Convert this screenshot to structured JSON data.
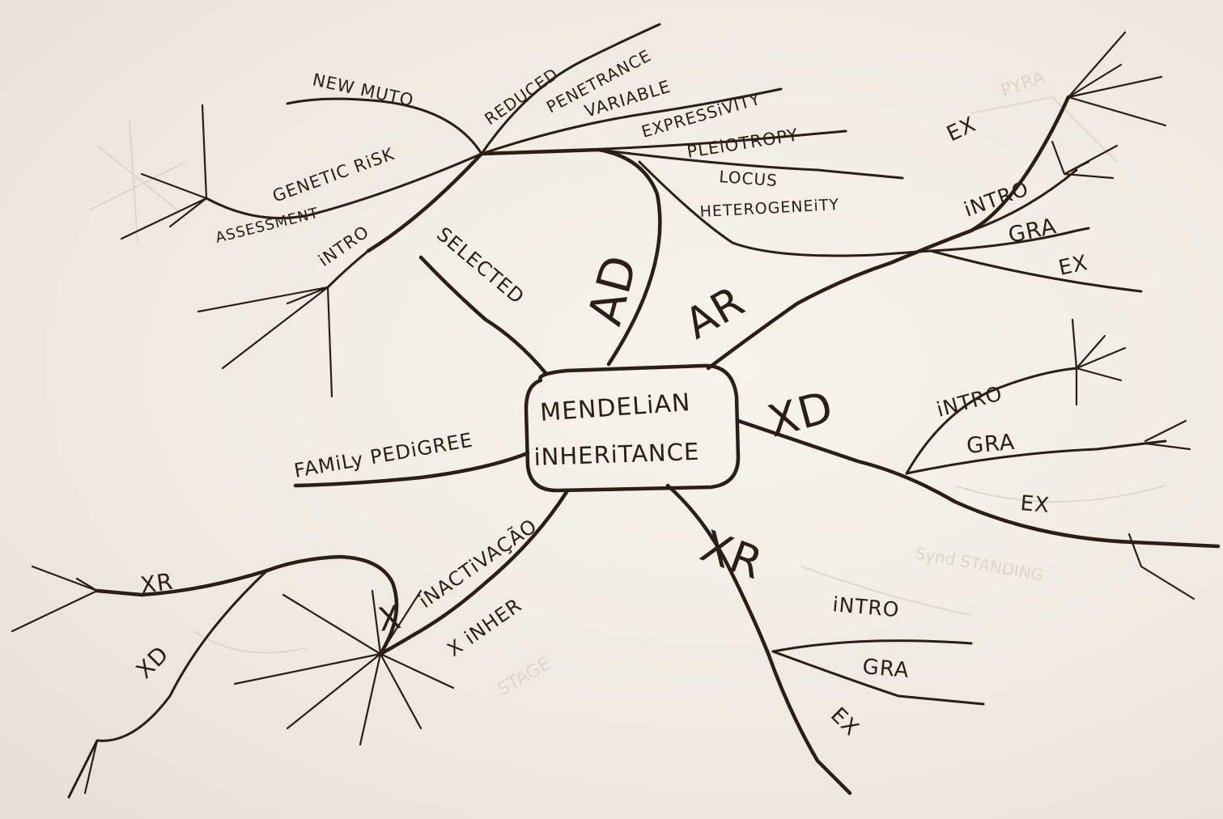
{
  "center": {
    "line1": "MENDELiAN",
    "line2": "iNHERiTANCE"
  },
  "branches": {
    "ad": {
      "label": "AD",
      "sublabels": {
        "reduced": "REDUCED",
        "penetrance": "PENETRANCE",
        "variable": "VARIABLE",
        "expressivity": "EXPRESSiVITY",
        "pleiotropy": "PLEiOTROPY",
        "locus": "LOCUS",
        "heterogeneity": "HETEROGENEiTY",
        "new_muto": "NEW MUTO",
        "genetic_risk": "GENETIC RiSK",
        "assessment": "ASSESSMENT",
        "intro": "iNTRO"
      }
    },
    "ar": {
      "label": "AR",
      "sublabels": {
        "ex_top": "EX",
        "intro": "iNTRO",
        "gra": "GRA",
        "ex": "EX"
      }
    },
    "xd": {
      "label": "XD",
      "sublabels": {
        "intro": "iNTRO",
        "gra": "GRA",
        "ex": "EX"
      }
    },
    "xr": {
      "label": "XR",
      "sublabels": {
        "intro": "iNTRO",
        "gra": "GRA",
        "ex": "EX"
      }
    },
    "x_inactivation": {
      "label": "X",
      "sublabel1": "iNACTiVAÇÃO",
      "sublabel2": "X iNHER",
      "xr": "XR",
      "xd": "XD"
    },
    "family_pedigree": {
      "label": "FAMiLy PEDiGREE"
    },
    "selected": {
      "label": "SELECTED"
    }
  },
  "colors": {
    "ink": "#2a1e16",
    "paper": "#f0ebe3"
  }
}
